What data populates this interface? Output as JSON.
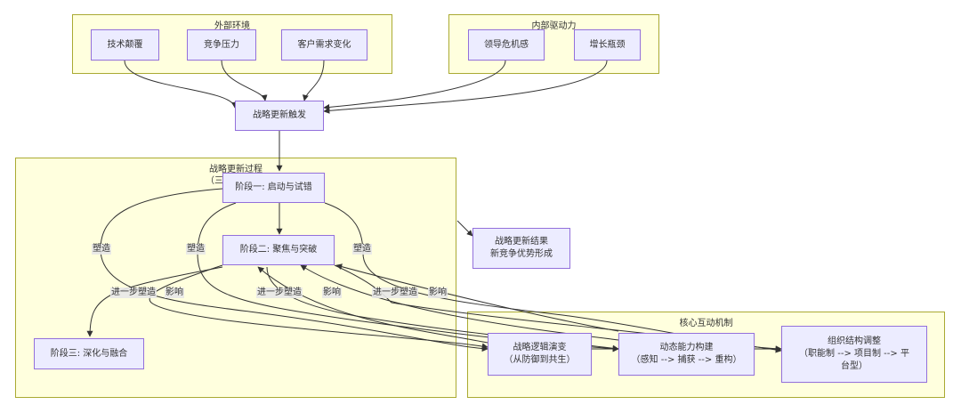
{
  "clusters": {
    "external": {
      "title": "外部环境"
    },
    "internal": {
      "title": "内部驱动力"
    },
    "process": {
      "title": "战略更新过程",
      "subtitle": "（三"
    },
    "core": {
      "title": "核心互动机制"
    }
  },
  "nodes": {
    "tech": "技术颠覆",
    "compete": "竞争压力",
    "customer": "客户需求变化",
    "crisis": "领导危机感",
    "bottleneck": "增长瓶颈",
    "trigger": "战略更新触发",
    "stage1": "阶段一: 启动与试错",
    "stage2": "阶段二: 聚焦与突破",
    "stage3": "阶段三: 深化与融合",
    "result": [
      "战略更新结果",
      "新竞争优势形成"
    ],
    "logic": [
      "战略逻辑演变",
      "（从防御到共生）"
    ],
    "capability": [
      "动态能力构建",
      "（感知 --> 捕获 --> 重构）"
    ],
    "structure": [
      "组织结构调整",
      "（职能制 --> 项目制 --> 平",
      "台型）"
    ]
  },
  "edge_labels": {
    "shape": "塑造",
    "further_shape": "进一步塑造",
    "influence": "影响"
  }
}
